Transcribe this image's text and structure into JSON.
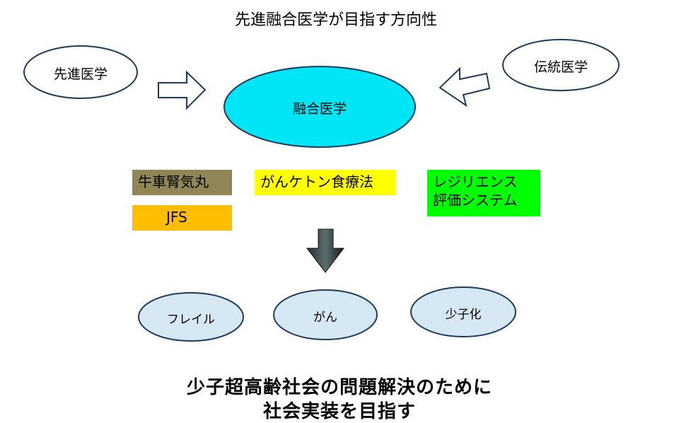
{
  "title": "先進融合医学が目指す方向性",
  "sources": {
    "left": "先進医学",
    "right": "伝統医学"
  },
  "center": "融合医学",
  "methods": {
    "gosha": "牛車腎気丸",
    "jfs": "JFS",
    "ketone": "がんケトン食療法",
    "resilience_line1": "レジリエンス",
    "resilience_line2": "評価システム"
  },
  "targets": [
    "フレイル",
    "がん",
    "少子化"
  ],
  "footer": {
    "line1": "少子超高齢社会の問題解決のために",
    "line2": "社会実装を目指す"
  },
  "colors": {
    "center_fill": "#00e5f5",
    "target_fill": "#d6e8f3",
    "gosha_fill": "#8f8555",
    "jfs_fill": "#ffbf00",
    "ketone_fill": "#ffff00",
    "resilience_fill": "#00ff00"
  }
}
